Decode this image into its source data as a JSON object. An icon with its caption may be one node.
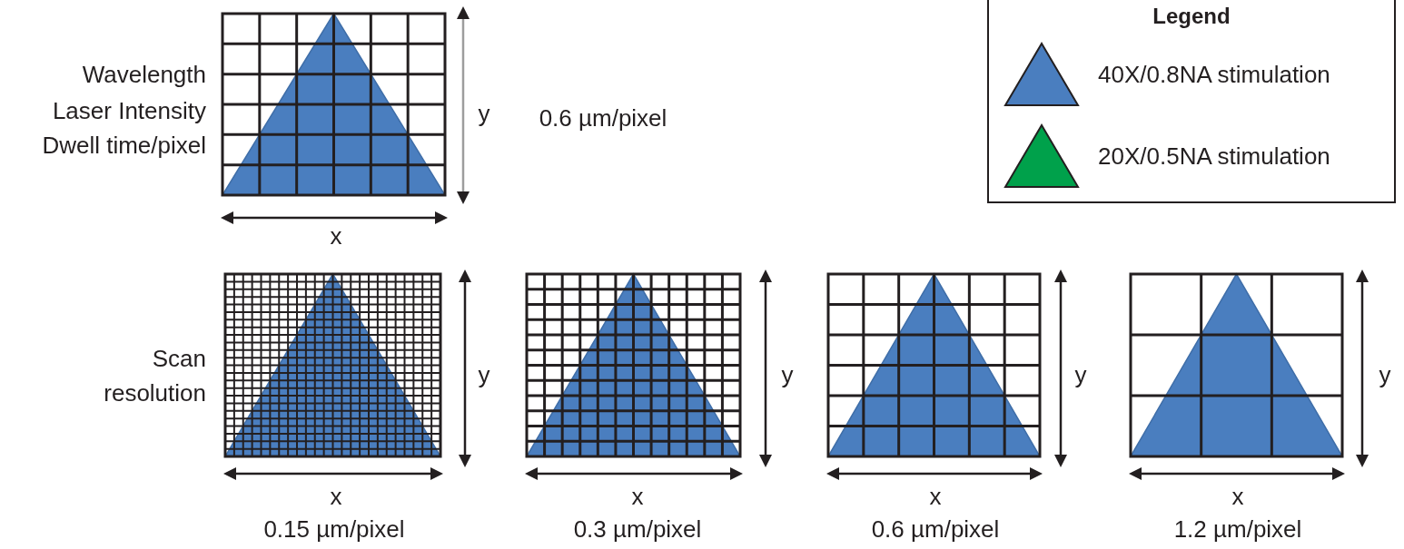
{
  "diagram": {
    "labels": [
      "Legend",
      "Wavelength",
      "Laser Intensity",
      "Dwell time/pixel",
      "y",
      "0.6 µm/pixel",
      "x",
      "Scan resolution",
      "y",
      "y",
      "y",
      "y",
      "x",
      "x",
      "x",
      "x",
      "0.15 µm/pixel",
      "0.3 µm/pixel",
      "0.6 µm/pixel",
      "1.2 µm/pixel"
    ],
    "legend": [
      {
        "text": "40X/0.8NA stimulation",
        "color": "#4a7ebf"
      },
      {
        "text": "20X/0.5NA stimulation",
        "color": "#00a14b"
      }
    ]
  }
}
